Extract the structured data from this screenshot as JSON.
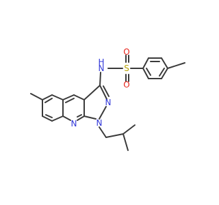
{
  "molecule": {
    "atom_labels": {
      "sulfonamide_nh": "H",
      "sulfonamide_n": "N",
      "sulfur": "S",
      "sulfonyl_o_top": "O",
      "sulfonyl_o_bottom": "O",
      "pyrazole_n2": "N",
      "pyrazole_n1": "N",
      "quinoline_n": "N"
    },
    "colors": {
      "bond": "#3a3a3a",
      "nitrogen": "#2f35d8",
      "oxygen": "#e8231a",
      "sulfur": "#b8a300"
    }
  }
}
